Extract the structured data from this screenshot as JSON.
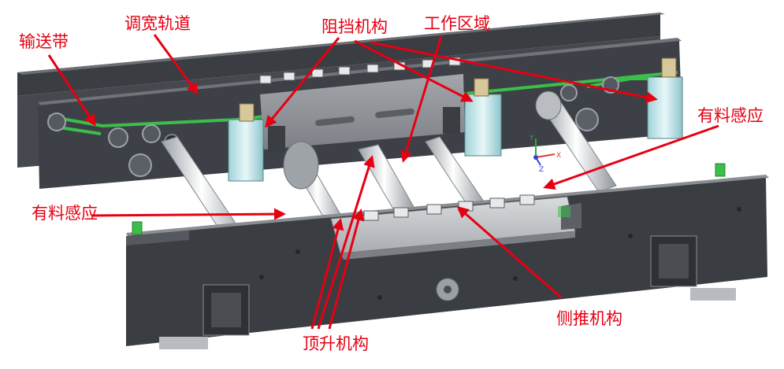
{
  "labels": {
    "belt": "输送带",
    "rail": "调宽轨道",
    "stopper": "阻挡机构",
    "work_area": "工作区域",
    "sensor_right": "有料感应",
    "sensor_left": "有料感应",
    "side_push": "侧推机构",
    "lift": "顶升机构"
  },
  "axis_labels": {
    "x": "X",
    "y": "Y",
    "z": "Z"
  },
  "colors": {
    "annotation": "#e60012",
    "frame_dark": "#3a3d42",
    "belt_green": "#3bbf4a",
    "cylinder_cyan": "#bfe6ea"
  }
}
